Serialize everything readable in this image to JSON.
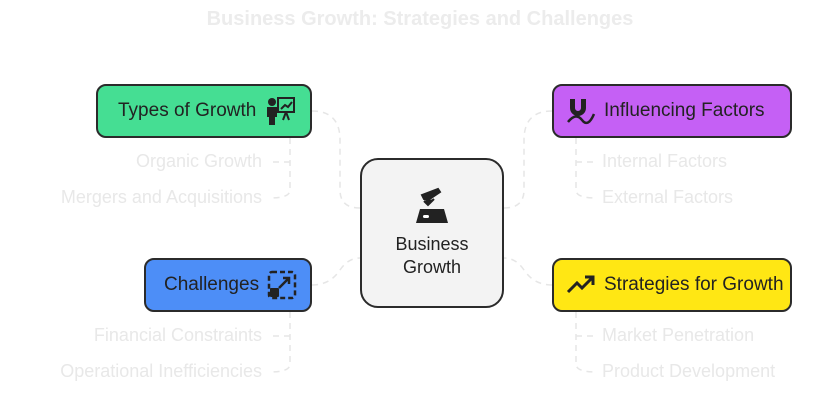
{
  "title": "Business Growth: Strategies and Challenges",
  "center": {
    "line1": "Business",
    "line2": "Growth",
    "icon": "airplane-landing-icon"
  },
  "branches": [
    {
      "label": "Types of Growth",
      "color": "#45de93",
      "icon": "presenter-chart-icon",
      "items": [
        "Organic Growth",
        "Mergers and Acquisitions"
      ]
    },
    {
      "label": "Influencing Factors",
      "color": "#c560f5",
      "icon": "magnet-icon",
      "items": [
        "Internal Factors",
        "External Factors"
      ]
    },
    {
      "label": "Challenges",
      "color": "#4d8ef7",
      "icon": "expand-icon",
      "items": [
        "Financial Constraints",
        "Operational Inefficiencies"
      ]
    },
    {
      "label": "Strategies for Growth",
      "color": "#ffe714",
      "icon": "trending-up-icon",
      "items": [
        "Market Penetration",
        "Product Development"
      ]
    }
  ]
}
